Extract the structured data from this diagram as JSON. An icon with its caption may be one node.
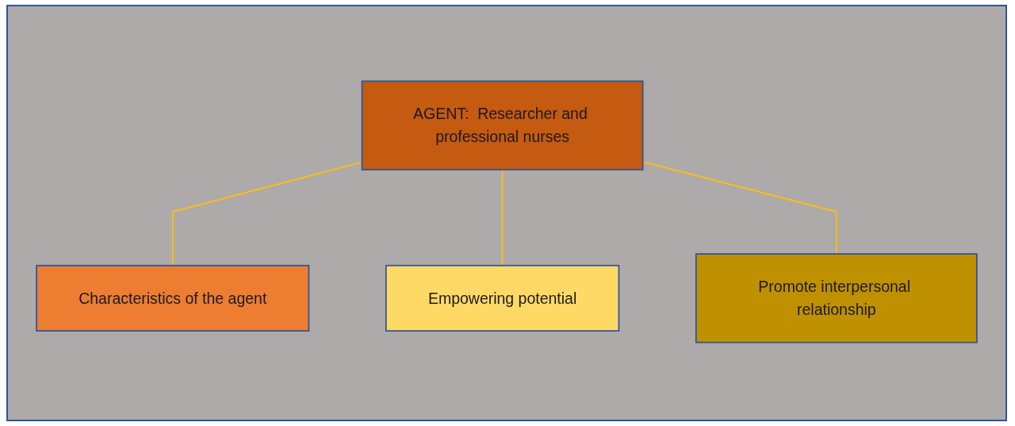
{
  "diagram": {
    "nodes": [
      {
        "text": [
          "AGENT:  Researcher and professional nurses"
        ]
      },
      {
        "text": [
          "Characteristics of the agent"
        ]
      },
      {
        "text": [
          "Empowering potential"
        ]
      },
      {
        "text": [
          "Promote interpersonal relationship"
        ]
      }
    ],
    "edges": [
      {
        "from": 0,
        "to": 1,
        "arrow": "none"
      },
      {
        "from": 0,
        "to": 2,
        "arrow": "none"
      },
      {
        "from": 0,
        "to": 3,
        "arrow": "none"
      }
    ]
  }
}
